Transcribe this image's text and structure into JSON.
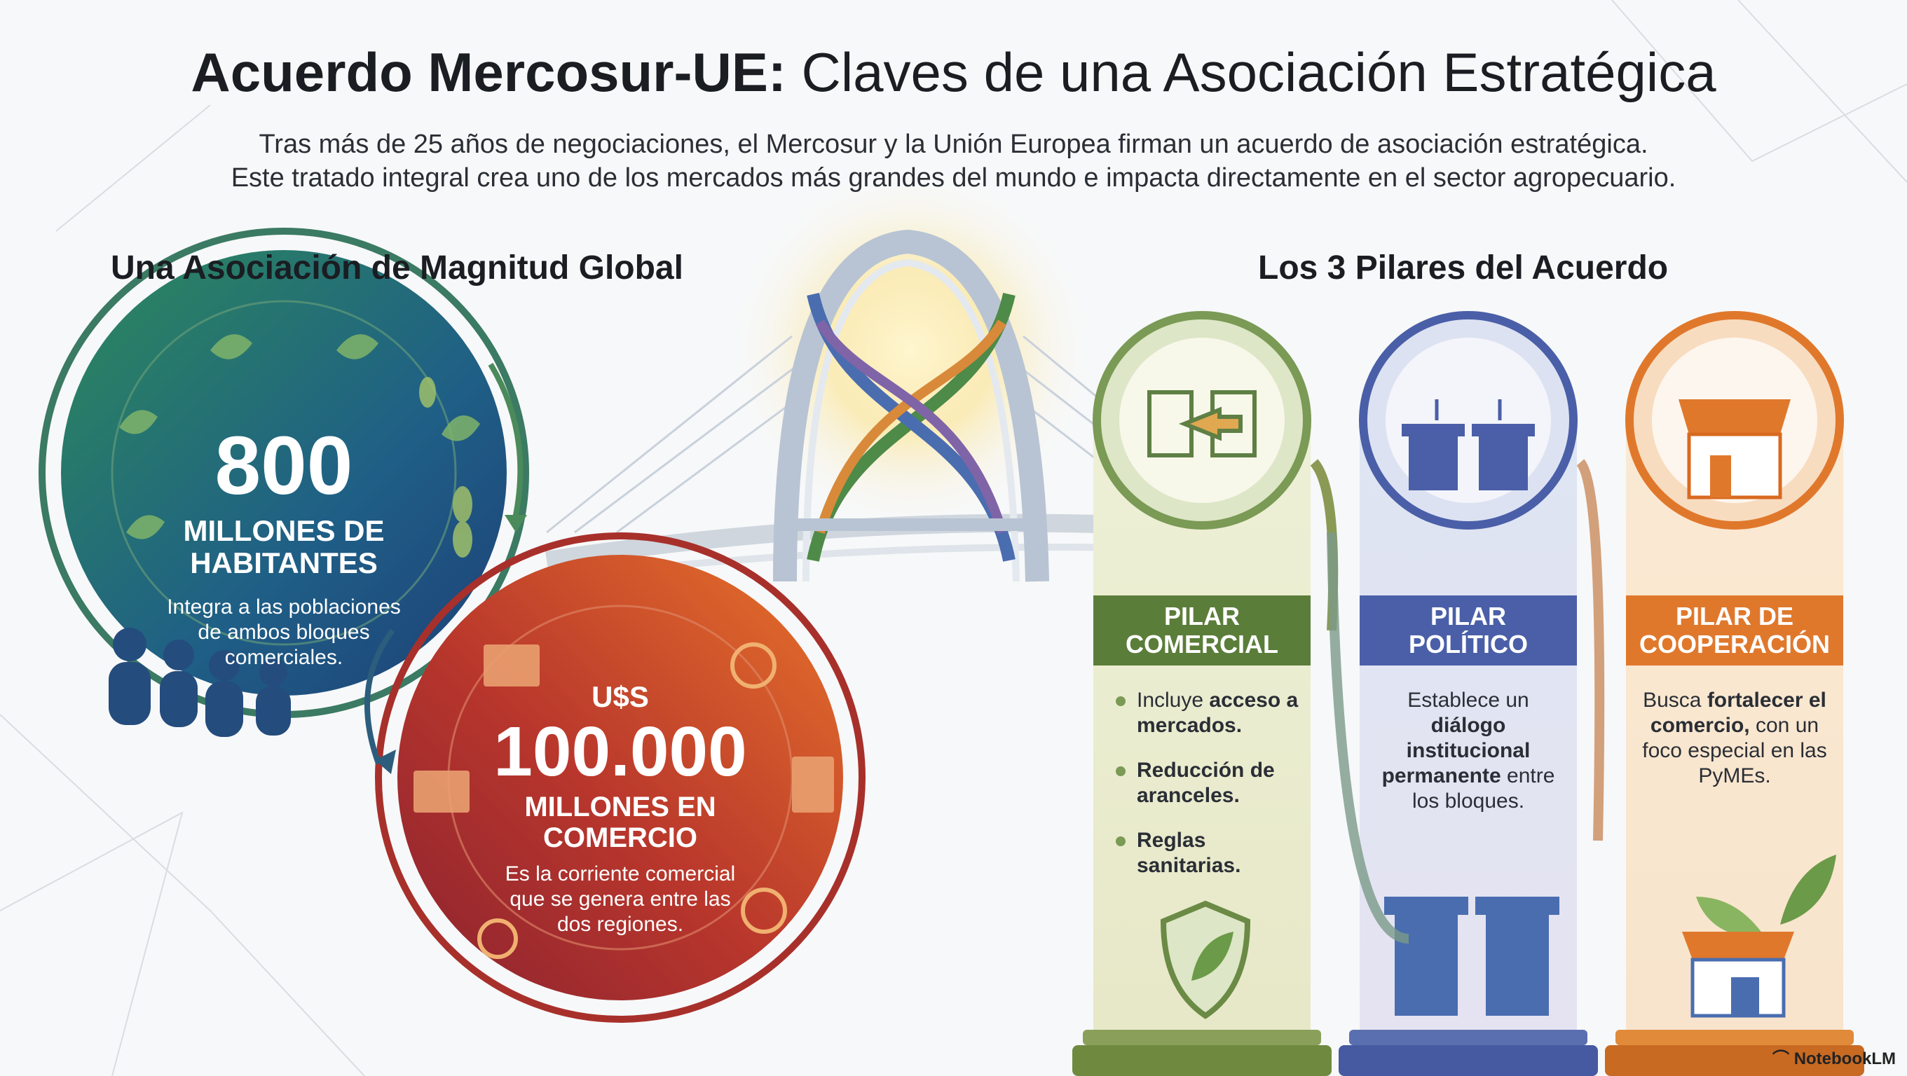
{
  "header": {
    "title_bold": "Acuerdo Mercosur-UE:",
    "title_light": "Claves de una Asociación Estratégica",
    "subtitle_line1": "Tras más de 25 años de negociaciones, el Mercosur y la Unión Europea firman un acuerdo de asociación estratégica.",
    "subtitle_line2": "Este tratado integral crea uno de los mercados más grandes del mundo e impacta directamente en el sector agropecuario."
  },
  "left_section": {
    "heading": "Una Asociación de Magnitud Global",
    "stat1": {
      "number": "800",
      "label_line1": "MILLONES DE",
      "label_line2": "HABITANTES",
      "desc_line1": "Integra a las poblaciones",
      "desc_line2": "de ambos bloques",
      "desc_line3": "comerciales."
    },
    "stat2": {
      "currency": "U$S",
      "number": "100.000",
      "label_line1": "MILLONES EN",
      "label_line2": "COMERCIO",
      "desc_line1": "Es la corriente comercial",
      "desc_line2": "que se genera entre las",
      "desc_line3": "dos regiones."
    }
  },
  "right_section": {
    "heading": "Los 3 Pilares del Acuerdo",
    "pillars": [
      {
        "label_line1": "PILAR",
        "label_line2": "COMERCIAL",
        "bullets": [
          {
            "pre": "Incluye ",
            "bold": "acceso a mercados.",
            "post": ""
          },
          {
            "pre": "",
            "bold": "Reducción de aranceles.",
            "post": ""
          },
          {
            "pre": "",
            "bold": "Reglas sanitarias.",
            "post": ""
          }
        ]
      },
      {
        "label_line1": "PILAR",
        "label_line2": "POLÍTICO",
        "body_pre": "Establece un ",
        "body_bold": "diálogo institucional permanente",
        "body_post": " entre los bloques."
      },
      {
        "label_line1": "PILAR DE",
        "label_line2": "COOPERACIÓN",
        "body_pre": "Busca ",
        "body_bold": "fortalecer el comercio,",
        "body_post": " con un foco especial en las PyMEs."
      }
    ]
  },
  "brand": "NotebookLM",
  "colors": {
    "green": "#4e7d45",
    "blue": "#4a5fa8",
    "orange": "#e0782c",
    "red": "#a8302b"
  },
  "icons": [
    "leaf-icon",
    "wheat-icon",
    "people-icon",
    "container-icon",
    "dollar-icon",
    "bridge-icon",
    "gate-arrow-icon",
    "podium-icon",
    "storefront-icon",
    "shield-leaf-icon",
    "plant-icon"
  ]
}
